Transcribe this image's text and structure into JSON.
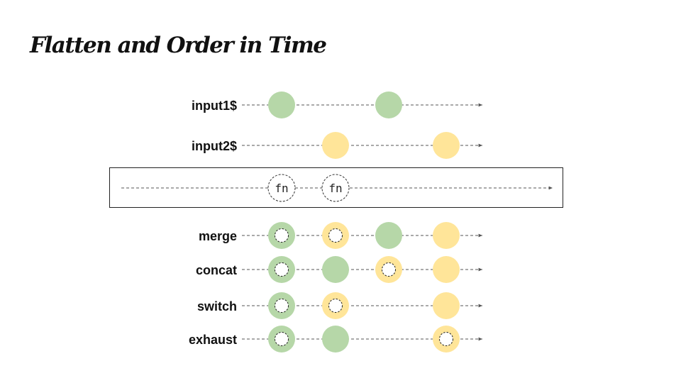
{
  "title": "Flatten and Order in Time",
  "colors": {
    "green": "#b6d7a8",
    "yellow": "#ffe599",
    "line": "#555555",
    "fn_border": "#333333"
  },
  "inputs": [
    {
      "label": "input1$",
      "events": [
        "green",
        "green"
      ]
    },
    {
      "label": "input2$",
      "events": [
        "yellow",
        "yellow"
      ]
    }
  ],
  "operator": {
    "fn_labels": [
      "fn",
      "fn"
    ]
  },
  "outputs": [
    {
      "label": "merge",
      "events": [
        {
          "color": "green",
          "inner": true
        },
        {
          "color": "yellow",
          "inner": true
        },
        {
          "color": "green",
          "inner": false
        },
        {
          "color": "yellow",
          "inner": false
        }
      ]
    },
    {
      "label": "concat",
      "events": [
        {
          "color": "green",
          "inner": true
        },
        {
          "color": "green",
          "inner": false
        },
        {
          "color": "yellow",
          "inner": true
        },
        {
          "color": "yellow",
          "inner": false
        }
      ]
    },
    {
      "label": "switch",
      "events": [
        {
          "color": "green",
          "inner": true
        },
        {
          "color": "yellow",
          "inner": true
        },
        {
          "color": "yellow",
          "inner": false
        }
      ]
    },
    {
      "label": "exhaust",
      "events": [
        {
          "color": "green",
          "inner": true
        },
        {
          "color": "green",
          "inner": false
        },
        {
          "color": "yellow",
          "inner": true
        }
      ]
    }
  ]
}
